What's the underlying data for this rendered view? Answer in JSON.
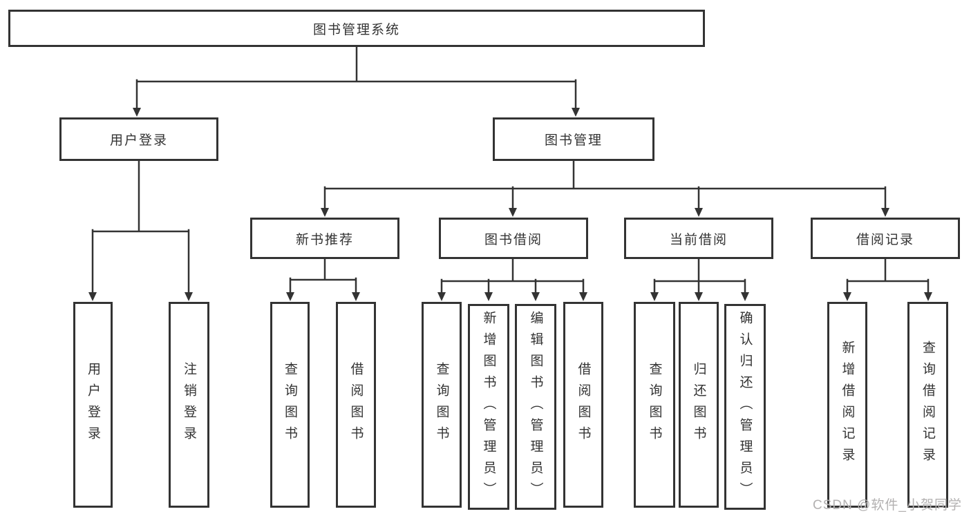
{
  "tree": {
    "root": {
      "label": "图书管理系统"
    },
    "branches": [
      {
        "label": "用户登录",
        "children": [
          {
            "label": "用户登录"
          },
          {
            "label": "注销登录"
          }
        ]
      },
      {
        "label": "图书管理",
        "children": [
          {
            "label": "新书推荐",
            "children": [
              {
                "label": "查询图书"
              },
              {
                "label": "借阅图书"
              }
            ]
          },
          {
            "label": "图书借阅",
            "children": [
              {
                "label": "查询图书"
              },
              {
                "label": "新增图书（管理员）"
              },
              {
                "label": "编辑图书（管理员）"
              },
              {
                "label": "借阅图书"
              }
            ]
          },
          {
            "label": "当前借阅",
            "children": [
              {
                "label": "查询图书"
              },
              {
                "label": "归还图书"
              },
              {
                "label": "确认归还（管理员）"
              }
            ]
          },
          {
            "label": "借阅记录",
            "children": [
              {
                "label": "新增借阅记录"
              },
              {
                "label": "查询借阅记录"
              }
            ]
          }
        ]
      }
    ]
  },
  "watermark": "CSDN @软件_小贺同学",
  "colors": {
    "line_color": "#333333",
    "text_color": "#333333",
    "bg_color": "#ffffff",
    "watermark_color": "#b3b1b1"
  }
}
